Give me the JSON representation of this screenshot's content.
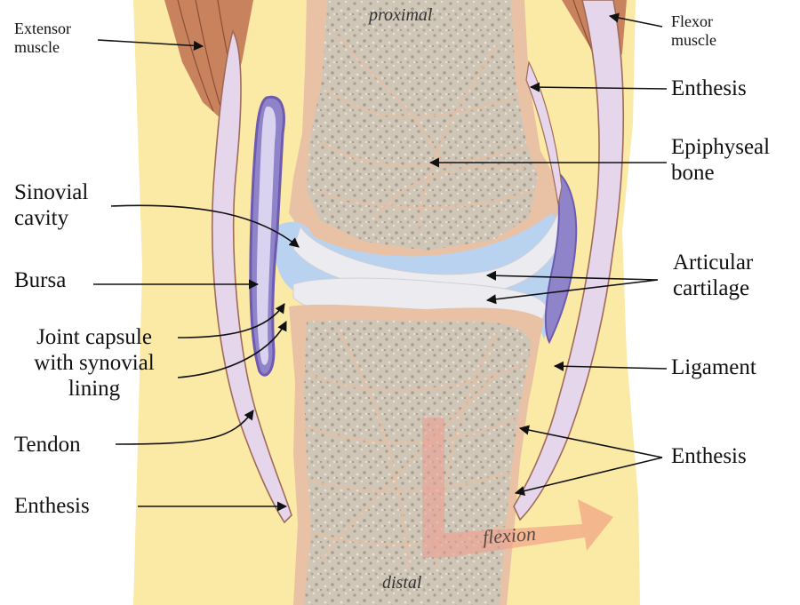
{
  "colors": {
    "background": "#ffffff",
    "soft_tissue": "#fbe9a6",
    "periosteum": "#e9c2a6",
    "bone_fill": "#cfc6b8",
    "cartilage": "#ececf0",
    "synovial_fluid": "#b9d2f0",
    "bursa": "#8f83c9",
    "tendon": "#e5d6ec",
    "muscle": "#c8825e",
    "arrow": "#f0a38f"
  },
  "labels": {
    "proximal": "proximal",
    "distal": "distal",
    "flexion": "flexion",
    "extensor_muscle": "Extensor\nmuscle",
    "flexor_muscle": "Flexor\nmuscle",
    "enthesis_top_right": "Enthesis",
    "epiphyseal_bone": "Epiphyseal\nbone",
    "sinovial_cavity": "Sinovial\ncavity",
    "bursa": "Bursa",
    "articular_cartilage": "Articular\ncartilage",
    "joint_capsule": "Joint capsule\nwith synovial\nlining",
    "ligament": "Ligament",
    "tendon": "Tendon",
    "enthesis_bottom_right": "Enthesis",
    "enthesis_bottom_left": "Enthesis"
  }
}
